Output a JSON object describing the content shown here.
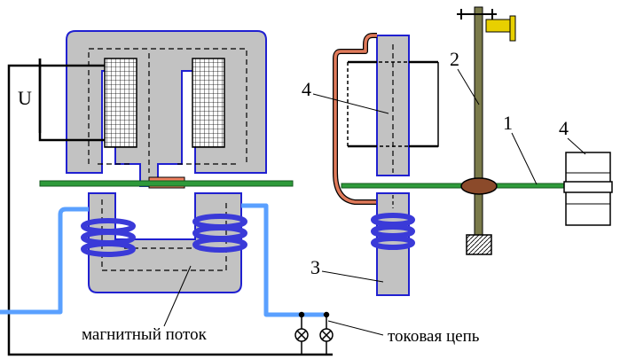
{
  "labels": {
    "voltage": "U",
    "magnetic_flux": "магнитный поток",
    "current_circuit": "токовая цепь",
    "num_1": "1",
    "num_2": "2",
    "num_3": "3",
    "num_4_left": "4",
    "num_4_right": "4"
  },
  "colors": {
    "core": "#c2c2c2",
    "core_outline": "#2020d0",
    "coil_voltage": "#dcdcdc",
    "current_coil": "#3a3ad8",
    "current_wire": "#5aa0ff",
    "disk": "#2e9a3a",
    "copper_wire": "#e07a5a",
    "axis": "#7a7a4a",
    "brake": "#8b4a2a",
    "screw": "#e8d000"
  }
}
